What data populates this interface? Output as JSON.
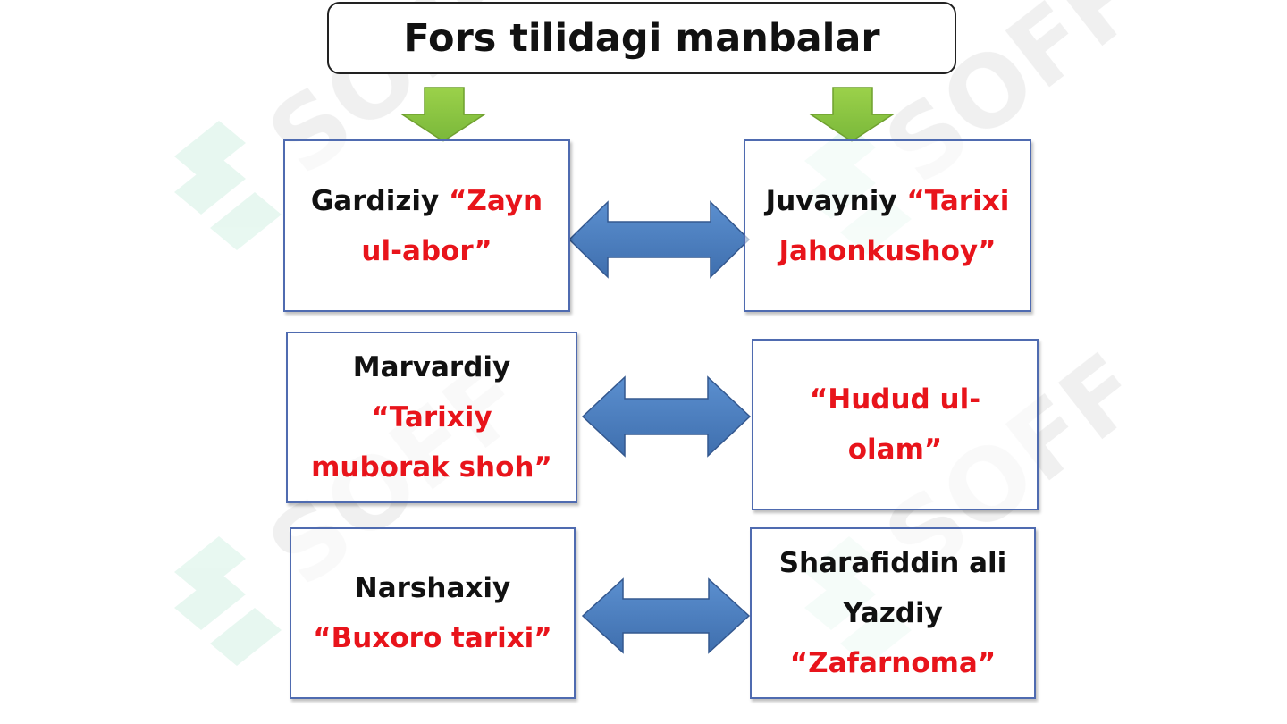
{
  "title": "Fors tilidagi manbalar",
  "watermark": {
    "text": "SOFF"
  },
  "nodes": {
    "gardiziy": {
      "author": "Gardiziy",
      "work_part1": "“Zayn",
      "work_part2": "ul-abor”"
    },
    "juvayniy": {
      "author": "Juvayniy",
      "work_part1": "“Tarixi",
      "work_part2": "Jahonkushoy”"
    },
    "marvardiy": {
      "author": "Marvardiy",
      "work_part1": "“Tarixiy",
      "work_part2": "muborak shoh”"
    },
    "hudud": {
      "work_part1": "“Hudud ul-",
      "work_part2": "olam”"
    },
    "narshaxiy": {
      "author": "Narshaxiy",
      "work": "“Buxoro tarixi”"
    },
    "sharafiddin": {
      "author_part1": "Sharafiddin ali",
      "author_part2": "Yazdiy",
      "work": "“Zafarnoma”"
    }
  },
  "colors": {
    "down_arrow": "#8dc63f",
    "double_arrow": "#4f81bd",
    "work_text": "#e8141b",
    "node_border": "#4f6bb0"
  }
}
